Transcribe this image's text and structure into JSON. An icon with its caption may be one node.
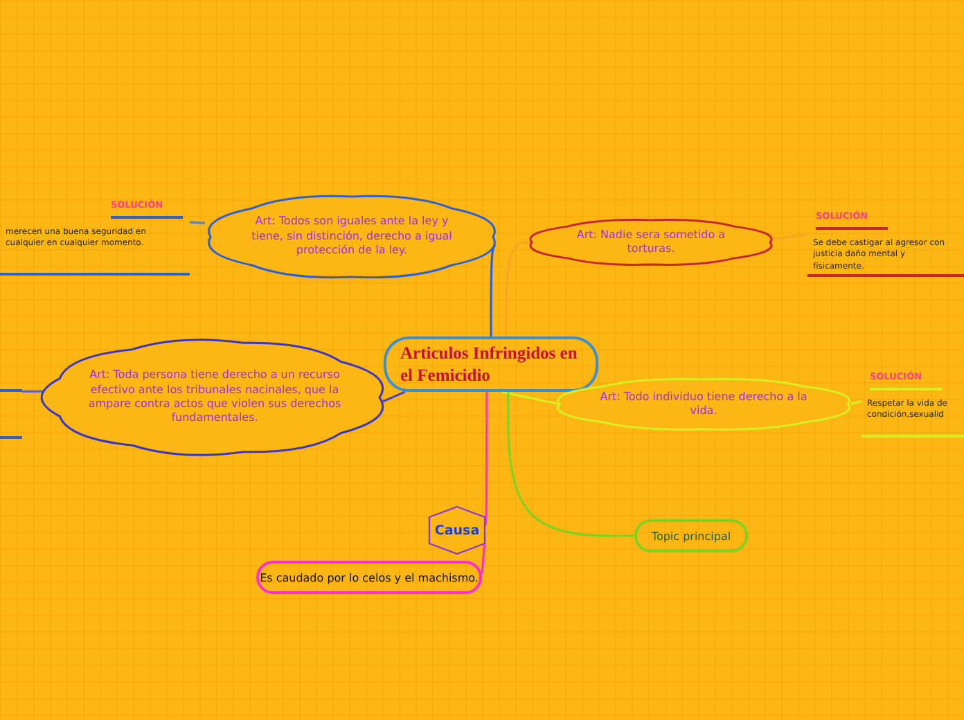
{
  "diagram": {
    "nodes": [
      {
        "text": [
          "Articulos Infringidos en el Femicidio"
        ]
      },
      {
        "text": [
          "Art: Todos son iguales ante la ley y tiene, sin distinción, derecho a igual protección de la ley."
        ]
      },
      {
        "text": [
          "SOLUCIÓN",
          "merecen una buena seguridad en cualquier en cualquier momento."
        ]
      },
      {
        "text": [
          "Art: Nadie sera sometido a torturas."
        ]
      },
      {
        "text": [
          "SOLUCIÓN",
          "Se debe castigar al agresor con justicia daño mental y físicamente."
        ]
      },
      {
        "text": [
          "Art: Toda persona tiene derecho a un recurso efectivo ante los tribunales nacinales, que la ampare contra actos que violen sus derechos fundamentales."
        ]
      },
      {
        "text": [],
        "shape": "bar"
      },
      {
        "text": [
          "Art: Todo individuo tiene derecho a la vida."
        ]
      },
      {
        "text": [
          "SOLUCIÓN",
          "Respetar la vida de condición,sexualid"
        ]
      },
      {
        "text": [
          "Topic principal"
        ]
      },
      {
        "text": [
          "Causa"
        ]
      },
      {
        "text": [
          "Es caudado por lo celos y el machismo."
        ]
      }
    ],
    "edges": [
      {
        "from": 0,
        "to": 1,
        "arrow": "none",
        "color": "#2d5fd6"
      },
      {
        "from": 1,
        "to": 2,
        "arrow": "none",
        "color": "#6b7fa8"
      },
      {
        "from": 0,
        "to": 3,
        "arrow": "none",
        "color": "#f5a623"
      },
      {
        "from": 3,
        "to": 4,
        "arrow": "none",
        "color": "#f5a623"
      },
      {
        "from": 0,
        "to": 5,
        "arrow": "none",
        "color": "#4a3fd4"
      },
      {
        "from": 5,
        "to": 6,
        "arrow": "none",
        "color": "#6b5fb8"
      },
      {
        "from": 0,
        "to": 7,
        "arrow": "none",
        "color": "#d8f020"
      },
      {
        "from": 7,
        "to": 8,
        "arrow": "none",
        "color": "#d8f020"
      },
      {
        "from": 0,
        "to": 9,
        "arrow": "none",
        "color": "#7ed321"
      },
      {
        "from": 0,
        "to": 10,
        "arrow": "none",
        "color": "#ff2fd0"
      },
      {
        "from": 10,
        "to": 11,
        "arrow": "none",
        "color": "#ff2fd0"
      }
    ]
  }
}
